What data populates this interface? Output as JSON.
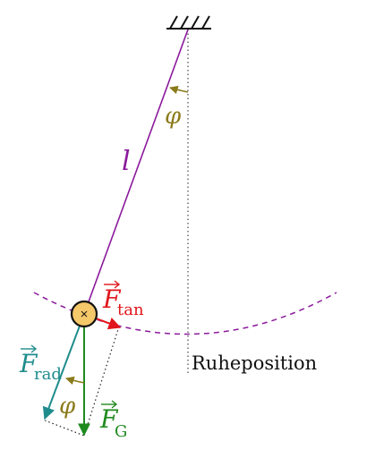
{
  "labels": {
    "pendulum_length": "l",
    "angle_top": "φ",
    "angle_bottom": "φ",
    "force_symbol": "F",
    "tangential_subscript": "tan",
    "radial_subscript": "rad",
    "gravity_subscript": "G",
    "rest_position": "Ruheposition"
  },
  "colors": {
    "pendulum_string": "#8b1a9b",
    "swing_arc": "#8b1a9b",
    "tangential_force": "#e0161c",
    "radial_force": "#1f8c8c",
    "gravity_force": "#1e8a1e",
    "angle_marker": "#8a7a1a",
    "bob_fill": "#f5c86a",
    "bob_stroke": "#111111",
    "rest_line": "#555555",
    "text": "#111111"
  },
  "icons": {
    "ceiling_mount": "hatched-ceiling-icon",
    "bob": "circle-mass-icon"
  }
}
